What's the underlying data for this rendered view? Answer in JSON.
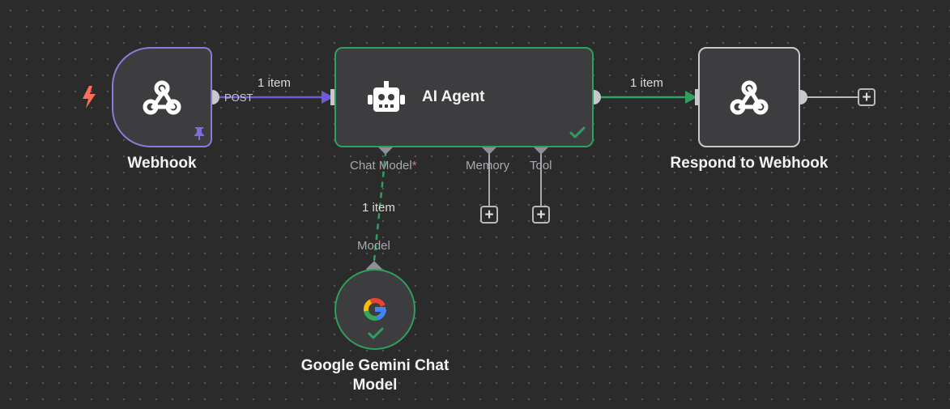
{
  "nodes": {
    "webhook": {
      "label": "Webhook",
      "method": "POST",
      "icon": "webhook-icon",
      "trigger_icon": "lightning-icon",
      "pin_icon": "pin-icon"
    },
    "ai_agent": {
      "label": "AI Agent",
      "icon": "robot-icon",
      "status_icon": "checkmark-icon",
      "ports": {
        "chat_model": "Chat Model",
        "chat_model_required": "*",
        "memory": "Memory",
        "tool": "Tool"
      }
    },
    "respond": {
      "label": "Respond to Webhook",
      "icon": "webhook-icon"
    },
    "gemini": {
      "label_line1": "Google Gemini Chat",
      "label_line2": "Model",
      "port": "Model",
      "icon": "google-icon",
      "status_icon": "checkmark-icon"
    }
  },
  "connections": {
    "webhook_to_agent": "1 item",
    "agent_to_respond": "1 item",
    "gemini_to_agent": "1 item"
  },
  "add_buttons": {
    "symbol": "+"
  },
  "colors": {
    "canvas": "#2b2b2b",
    "node_fill": "#3d3d3f",
    "trigger_border": "#8b7bd6",
    "success": "#2f9e5f",
    "wire_gray": "#b8b8c0",
    "required": "#ff6b6b",
    "trigger_icon": "#ff6d5a"
  }
}
